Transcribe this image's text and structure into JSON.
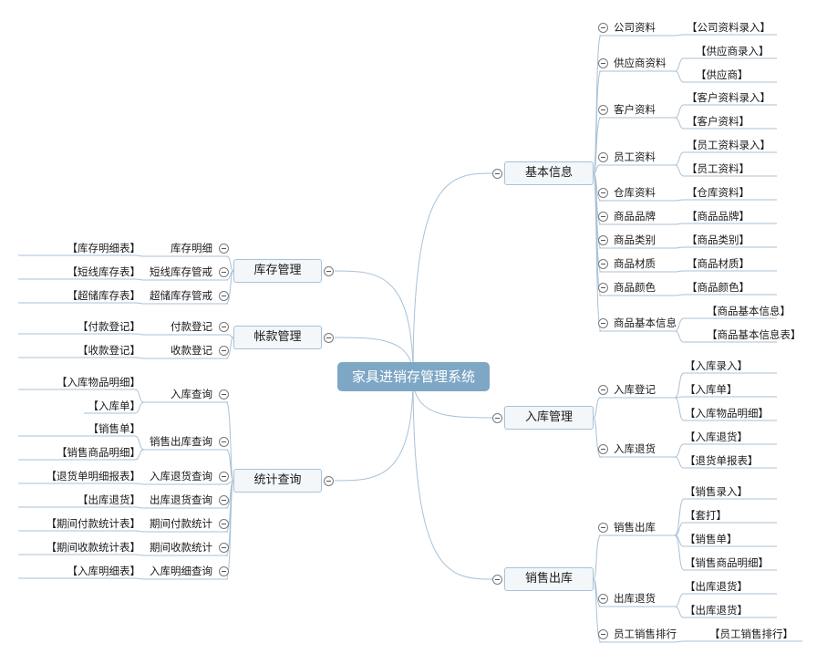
{
  "root": "家具进销存管理系统",
  "right": [
    {
      "label": "基本信息",
      "children": [
        {
          "label": "公司资料",
          "leaves": [
            "【公司资料录入】"
          ]
        },
        {
          "label": "供应商资料",
          "leaves": [
            "【供应商录入】",
            "【供应商】"
          ]
        },
        {
          "label": "客户资料",
          "leaves": [
            "【客户资料录入】",
            "【客户资料】"
          ]
        },
        {
          "label": "员工资料",
          "leaves": [
            "【员工资料录入】",
            "【员工资料】"
          ]
        },
        {
          "label": "仓库资料",
          "leaves": [
            "【仓库资料】"
          ]
        },
        {
          "label": "商品品牌",
          "leaves": [
            "【商品品牌】"
          ]
        },
        {
          "label": "商品类别",
          "leaves": [
            "【商品类别】"
          ]
        },
        {
          "label": "商品材质",
          "leaves": [
            "【商品材质】"
          ]
        },
        {
          "label": "商品颜色",
          "leaves": [
            "【商品颜色】"
          ]
        },
        {
          "label": "商品基本信息",
          "leaves": [
            "【商品基本信息】",
            "【商品基本信息表】"
          ]
        }
      ]
    },
    {
      "label": "入库管理",
      "children": [
        {
          "label": "入库登记",
          "leaves": [
            "【入库录入】",
            "【入库单】",
            "【入库物品明细】"
          ]
        },
        {
          "label": "入库退货",
          "leaves": [
            "【入库退货】",
            "【退货单报表】"
          ]
        }
      ]
    },
    {
      "label": "销售出库",
      "children": [
        {
          "label": "销售出库",
          "leaves": [
            "【销售录入】",
            "【套打】",
            "【销售单】",
            "【销售商品明细】"
          ]
        },
        {
          "label": "出库退货",
          "leaves": [
            "【出库退货】",
            "【出库退货】"
          ]
        },
        {
          "label": "员工销售排行",
          "leaves": [
            "【员工销售排行】"
          ]
        }
      ]
    }
  ],
  "left": [
    {
      "label": "库存管理",
      "children": [
        {
          "label": "库存明细",
          "leaves": [
            "【库存明细表】"
          ]
        },
        {
          "label": "短线库存管戒",
          "leaves": [
            "【短线库存表】"
          ]
        },
        {
          "label": "超储库存管戒",
          "leaves": [
            "【超储库存表】"
          ]
        }
      ]
    },
    {
      "label": "帐款管理",
      "children": [
        {
          "label": "付款登记",
          "leaves": [
            "【付款登记】"
          ]
        },
        {
          "label": "收款登记",
          "leaves": [
            "【收款登记】"
          ]
        }
      ]
    },
    {
      "label": "统计查询",
      "children": [
        {
          "label": "入库查询",
          "leaves": [
            "【入库物品明细】",
            "【入库单】"
          ]
        },
        {
          "label": "销售出库查询",
          "leaves": [
            "【销售单】",
            "【销售商品明细】"
          ]
        },
        {
          "label": "入库退货查询",
          "leaves": [
            "【退货单明细报表】"
          ]
        },
        {
          "label": "出库退货查询",
          "leaves": [
            "【出库退货】"
          ]
        },
        {
          "label": "期间付款统计",
          "leaves": [
            "【期间付款统计表】"
          ]
        },
        {
          "label": "期间收款统计",
          "leaves": [
            "【期间收款统计表】"
          ]
        },
        {
          "label": "入库明细查询",
          "leaves": [
            "【入库明细表】"
          ]
        }
      ]
    }
  ],
  "colors": {
    "line": "#a9c1d6",
    "root_fill": "#7ea7c6",
    "box_fill": "#f3f7fa"
  }
}
